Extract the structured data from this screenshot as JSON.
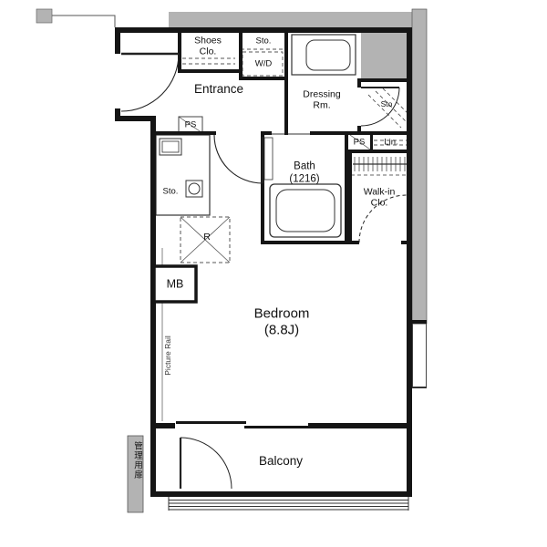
{
  "plan": {
    "type": "apartment-floor-plan",
    "labels": {
      "shoes_closet": "Shoes\nClo.",
      "storage_entry": "Sto.",
      "washer_dryer": "W/D",
      "entrance": "Entrance",
      "dressing_room": "Dressing\nRm.",
      "storage_small": "Sto",
      "pipe_space_entrance": "PS",
      "pipe_space_bath": "PS",
      "linen": "Lin.",
      "bath": "Bath\n(1216)",
      "walk_in_closet": "Walk-in\nClo.",
      "kitchen_storage": "Sto.",
      "refrigerator_space": "R",
      "meter_box": "MB",
      "picture_rail": "Picture Rail",
      "bedroom": "Bedroom\n(8.8J)",
      "balcony": "Balcony",
      "service_door": "管理用扉"
    },
    "colors": {
      "wall": "#151515",
      "shaded_area": "#b3b3b3",
      "background": "#ffffff"
    }
  }
}
